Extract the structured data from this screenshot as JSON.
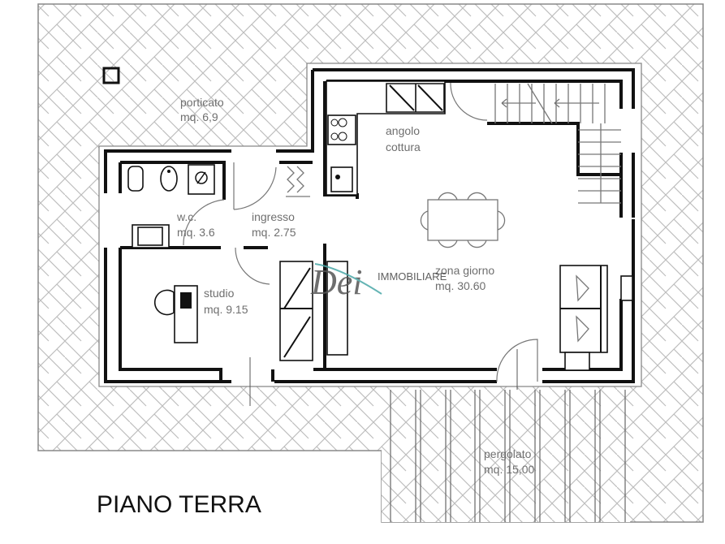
{
  "plan": {
    "title": "PIANO TERRA",
    "rooms": [
      {
        "name": "porticato",
        "area": "mq. 6,9"
      },
      {
        "name": "angolo",
        "name2": "cottura"
      },
      {
        "name": "w.c.",
        "area": "mq. 3.6"
      },
      {
        "name": "ingresso",
        "area": "mq. 2.75"
      },
      {
        "name": "zona giorno",
        "area": "mq. 30.60"
      },
      {
        "name": "studio",
        "area": "mq. 9.15"
      },
      {
        "name": "pergolato",
        "area": "mq. 15,00"
      }
    ],
    "watermark": {
      "brand": "Dei",
      "subtitle": "IMMOBILIARE"
    }
  },
  "colors": {
    "wall": "#111111",
    "label": "#6f6f6f",
    "pattern": "#b5b5b5",
    "logo_accent": "#4aa8a8"
  }
}
